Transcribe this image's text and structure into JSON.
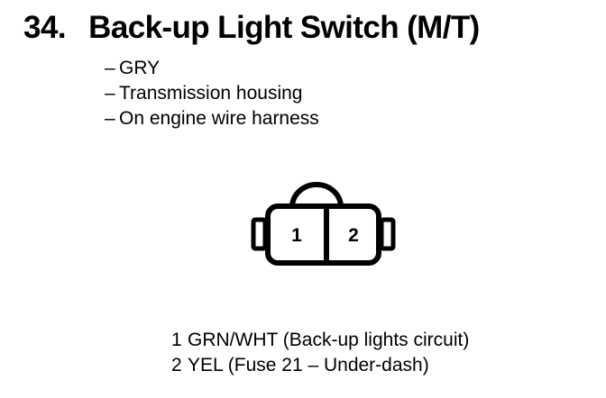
{
  "page": {
    "background_color": "#ffffff",
    "ink_color": "#000000"
  },
  "header": {
    "item_number": "34.",
    "title": "Back-up Light Switch (M/T)"
  },
  "specs": {
    "dash": "–",
    "items": [
      {
        "label": "GRY"
      },
      {
        "label": "Transmission housing"
      },
      {
        "label": "On engine wire harness"
      }
    ]
  },
  "connector": {
    "name": "2-cavity connector",
    "cavity_count": 2,
    "cavities": [
      {
        "number": "1"
      },
      {
        "number": "2"
      }
    ],
    "features": {
      "lock_arch": "semicircular locking tab on top",
      "left_tab": "side retention tab",
      "right_tab": "side retention tab"
    }
  },
  "pin_legend": {
    "rows": [
      {
        "pin": "1",
        "description": "GRN/WHT (Back-up lights circuit)"
      },
      {
        "pin": "2",
        "description": "YEL (Fuse 21 – Under-dash)"
      }
    ]
  }
}
